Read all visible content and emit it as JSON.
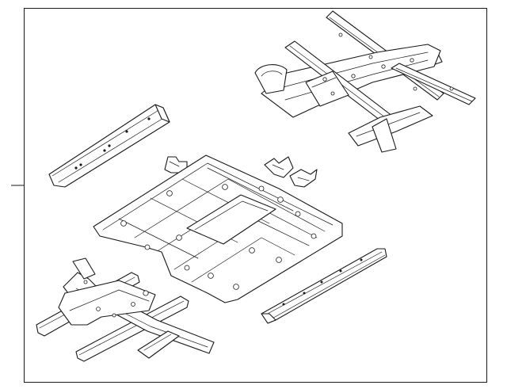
{
  "diagram": {
    "border_color": "#1a1a1a",
    "line_color": "#1a1a1a",
    "background": "#ffffff",
    "parts": [
      "rear-crossmember-assembly",
      "left-side-sill-rail",
      "small-bracket-left",
      "small-bracket-center",
      "small-bracket-right",
      "center-floor-pan",
      "front-floor-crossmember-assembly",
      "right-side-sill-rail"
    ]
  }
}
